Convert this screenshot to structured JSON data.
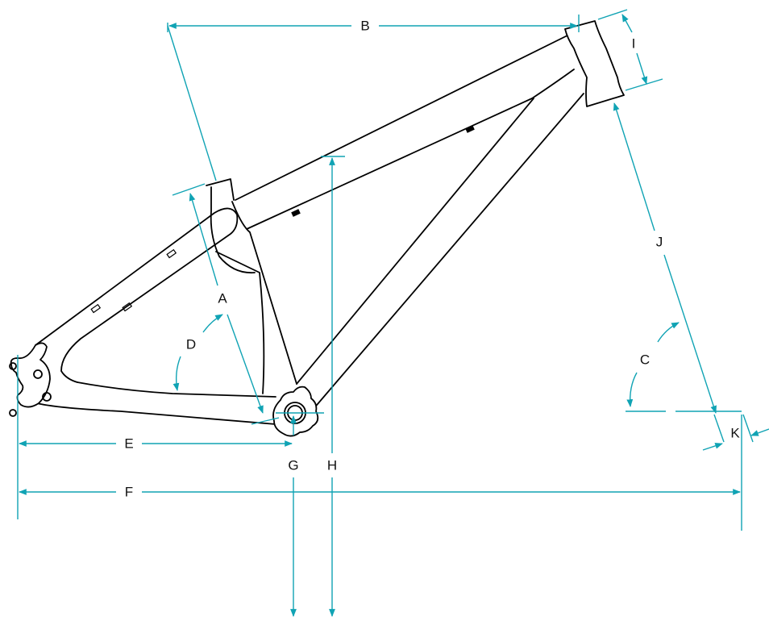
{
  "colors": {
    "dimension": "#10a3b4",
    "frame": "#000000",
    "background": "#ffffff"
  },
  "labels": {
    "a": "A",
    "b": "B",
    "c": "C",
    "d": "D",
    "e": "E",
    "f": "F",
    "g": "G",
    "h": "H",
    "i": "I",
    "j": "J",
    "k": "K"
  }
}
